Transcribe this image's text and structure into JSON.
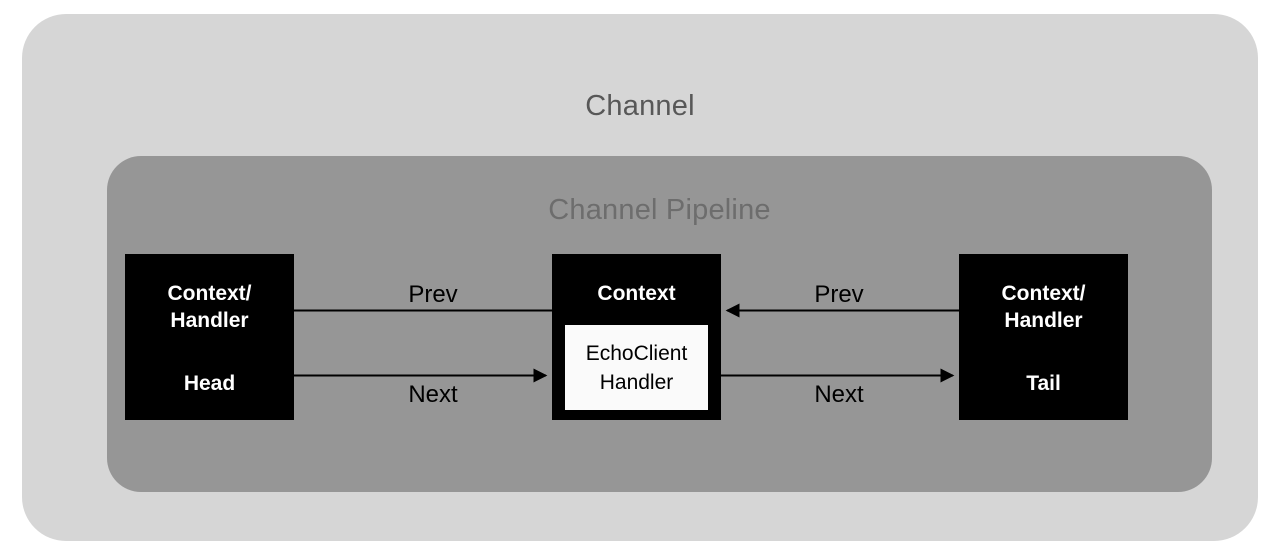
{
  "diagram": {
    "outer": {
      "title": "Channel",
      "bg_color": "#d6d6d6",
      "title_color": "#585858"
    },
    "inner": {
      "title": "Channel Pipeline",
      "bg_color": "#969696",
      "title_color": "#6d6d6d"
    },
    "nodes": [
      {
        "id": "head",
        "title": "Context/\nHandler",
        "role": "Head",
        "bg_color": "#000000",
        "text_color": "#ffffff"
      },
      {
        "id": "context",
        "title": "Context",
        "handler": "EchoClient\nHandler",
        "bg_color": "#000000",
        "text_color": "#ffffff",
        "handler_bg_color": "#fafafa",
        "handler_text_color": "#000000"
      },
      {
        "id": "tail",
        "title": "Context/\nHandler",
        "role": "Tail",
        "bg_color": "#000000",
        "text_color": "#ffffff"
      }
    ],
    "edges": [
      {
        "id": "head-prev-context",
        "label": "Prev",
        "from": "head",
        "to": "context",
        "direction": "right",
        "arrowhead": false,
        "stroke_color": "#000000"
      },
      {
        "id": "head-next-context",
        "label": "Next",
        "from": "head",
        "to": "context",
        "direction": "right",
        "arrowhead": true,
        "stroke_color": "#000000"
      },
      {
        "id": "tail-prev-context",
        "label": "Prev",
        "from": "tail",
        "to": "context",
        "direction": "left",
        "arrowhead": true,
        "stroke_color": "#000000"
      },
      {
        "id": "context-next-tail",
        "label": "Next",
        "from": "context",
        "to": "tail",
        "direction": "right",
        "arrowhead": true,
        "stroke_color": "#000000"
      }
    ]
  }
}
